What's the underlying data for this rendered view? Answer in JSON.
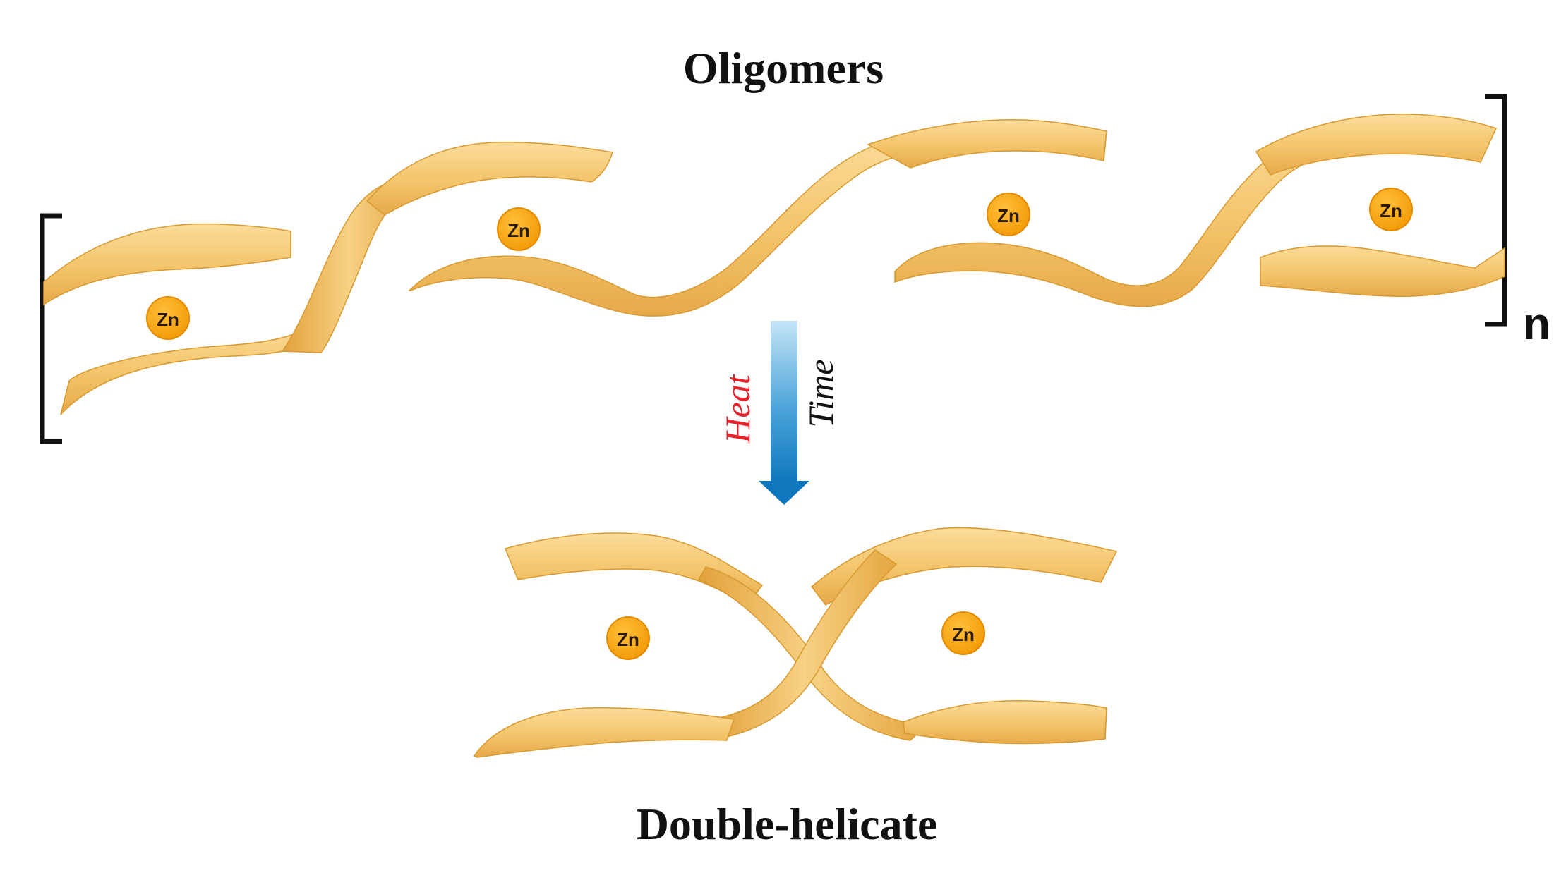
{
  "title_top": "Oligomers",
  "title_bottom": "Double-helicate",
  "repeat_subscript": "n",
  "arrow": {
    "label_left": "Heat",
    "label_right": "Time"
  },
  "zinc_label": "Zn",
  "colors": {
    "ribbon_light": "#f9d58c",
    "ribbon_mid": "#f2bf5e",
    "ribbon_dark": "#e0a038",
    "ribbon_edge": "#d4952c",
    "zinc_fill": "#f6a10e",
    "zinc_stroke": "#e38a00",
    "heat_red": "#e8222c",
    "arrow_top": "#c4e4f6",
    "arrow_bottom": "#0f77bd",
    "bracket": "#111111"
  }
}
